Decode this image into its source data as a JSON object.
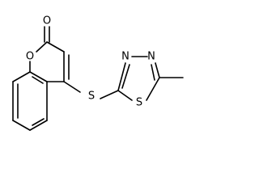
{
  "molecule": {
    "atoms": {
      "carbonyl_oxygen": "O",
      "ring_oxygen": "O",
      "thioether_sulfur": "S",
      "thiadiazole_sulfur": "S",
      "thiadiazole_n3": "N",
      "thiadiazole_n4": "N"
    }
  }
}
